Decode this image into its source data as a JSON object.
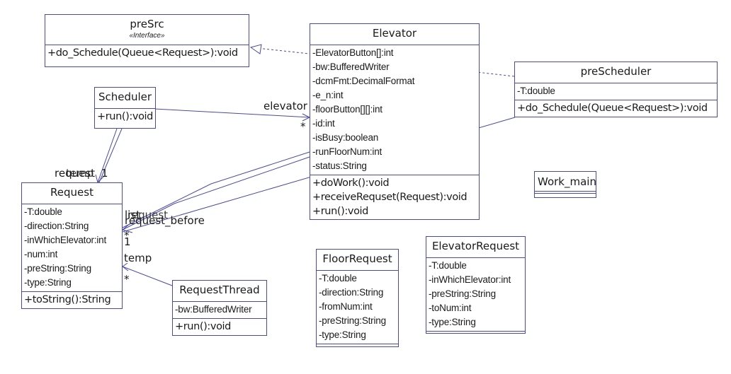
{
  "classes": {
    "presrc": {
      "name": "preSrc",
      "stereotype": "«Interface»",
      "methods": [
        "+do_Schedule(Queue<Request>):void"
      ]
    },
    "elevator": {
      "name": "Elevator",
      "attributes": [
        "-ElevatorButton[]:int",
        "-bw:BufferedWriter",
        "-dcmFmt:DecimalFormat",
        "-e_n:int",
        "-floorButton[][]:int",
        "-id:int",
        "-isBusy:boolean",
        "-runFloorNum:int",
        "-status:String"
      ],
      "methods": [
        "+doWork():void",
        "+receiveRequset(Request):void",
        "+run():void"
      ]
    },
    "prescheduler": {
      "name": "preScheduler",
      "attributes": [
        "-T:double"
      ],
      "methods": [
        "+do_Schedule(Queue<Request>):void"
      ]
    },
    "scheduler": {
      "name": "Scheduler",
      "methods": [
        "+run():void"
      ]
    },
    "request": {
      "name": "Request",
      "attributes": [
        "-T:double",
        "-direction:String",
        "-inWhichElevator:int",
        "-num:int",
        "-preString:String",
        "-type:String"
      ],
      "methods": [
        "+toString():String"
      ]
    },
    "requestthread": {
      "name": "RequestThread",
      "attributes": [
        "-bw:BufferedWriter"
      ],
      "methods": [
        "+run():void"
      ]
    },
    "floorrequest": {
      "name": "FloorRequest",
      "attributes": [
        "-T:double",
        "-direction:String",
        "-fromNum:int",
        "-preString:String",
        "-type:String"
      ]
    },
    "elevatorrequest": {
      "name": "ElevatorRequest",
      "attributes": [
        "-T:double",
        "-inWhichElevator:int",
        "-preString:String",
        "-toNum:int",
        "-type:String"
      ]
    },
    "workmain": {
      "name": "Work_main"
    }
  },
  "labels": {
    "elevator_role": "elevator",
    "elevator_mult": "*",
    "request_top_a": "request",
    "request_top_b": "temp",
    "request_top_mult": "1",
    "list_role": "list",
    "request_role": "request",
    "request_before_role": "request_before",
    "mult_star": "*",
    "mult_one": "1",
    "temp_role": "temp",
    "temp_mult": "*"
  },
  "colors": {
    "line": "#4a4aa0",
    "border": "#4a4aa0"
  }
}
